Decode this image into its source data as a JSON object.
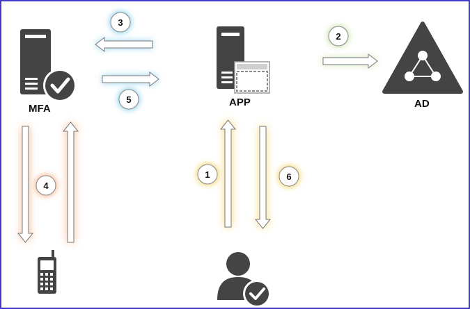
{
  "labels": {
    "mfa": "MFA",
    "app": "APP",
    "ad": "AD"
  },
  "steps": [
    "1",
    "2",
    "3",
    "4",
    "5",
    "6"
  ],
  "icons": {
    "mfa_server": "server-with-checkmark-icon",
    "app_server": "server-with-window-icon",
    "ad": "active-directory-triangle-icon",
    "phone": "mobile-phone-icon",
    "user": "user-with-checkmark-icon"
  },
  "colors": {
    "border": "#4338c8",
    "icon": "#444444",
    "glow_blue": "#8fd3ee",
    "glow_green": "#cfe6b0",
    "glow_orange": "#f7b78e",
    "glow_yellow": "#f5d66a"
  }
}
